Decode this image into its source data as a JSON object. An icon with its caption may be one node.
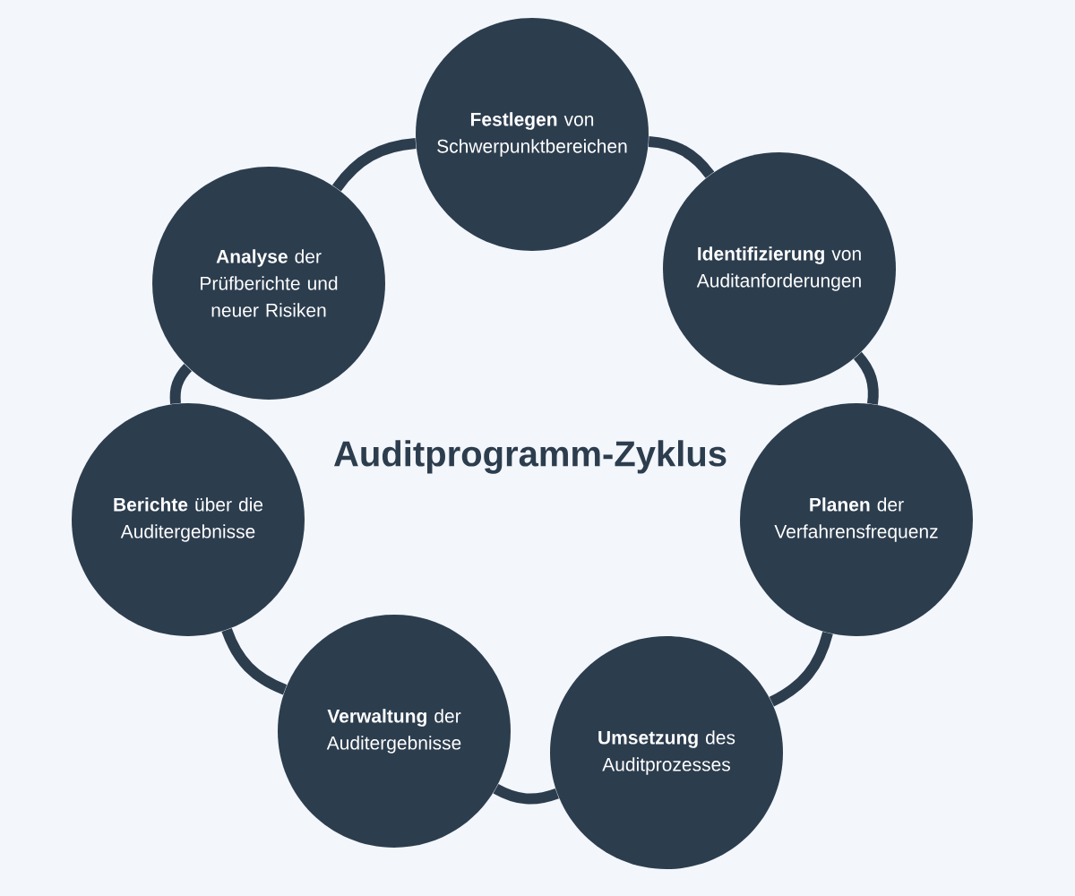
{
  "diagram": {
    "title": "Auditprogramm-Zyklus",
    "nodes": [
      {
        "text": [
          "**Festlegen** von Schwerpunktbereichen"
        ]
      },
      {
        "text": [
          "**Identifizierung** von Auditanforderungen"
        ]
      },
      {
        "text": [
          "**Planen** der Verfahrensfrequenz"
        ]
      },
      {
        "text": [
          "**Umsetzung** des Auditprozesses"
        ]
      },
      {
        "text": [
          "**Verwaltung** der Auditergebnisse"
        ]
      },
      {
        "text": [
          "**Berichte** über die Auditergebnisse"
        ]
      },
      {
        "text": [
          "**Analyse** der Prüfberichte und neuer Risiken"
        ]
      }
    ],
    "edges": [
      {
        "from": 0,
        "to": 1,
        "arrow": "none"
      },
      {
        "from": 1,
        "to": 2,
        "arrow": "none"
      },
      {
        "from": 2,
        "to": 3,
        "arrow": "none"
      },
      {
        "from": 3,
        "to": 4,
        "arrow": "none"
      },
      {
        "from": 4,
        "to": 5,
        "arrow": "none"
      },
      {
        "from": 5,
        "to": 6,
        "arrow": "none"
      },
      {
        "from": 6,
        "to": 0,
        "arrow": "none"
      }
    ]
  }
}
